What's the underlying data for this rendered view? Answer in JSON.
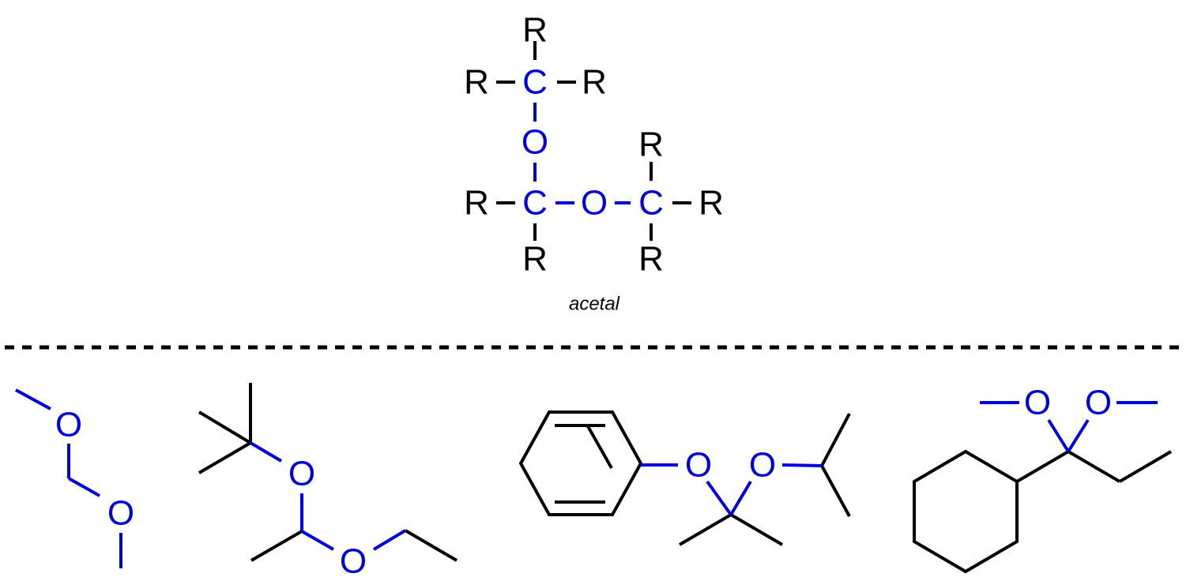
{
  "colors": {
    "core": "#0000dd",
    "substituent": "#000000",
    "divider": "#000000"
  },
  "general": {
    "atoms": {
      "r": "R",
      "c": "C",
      "o": "O"
    },
    "caption": "acetal"
  },
  "examples": {
    "atom_o": "O"
  }
}
